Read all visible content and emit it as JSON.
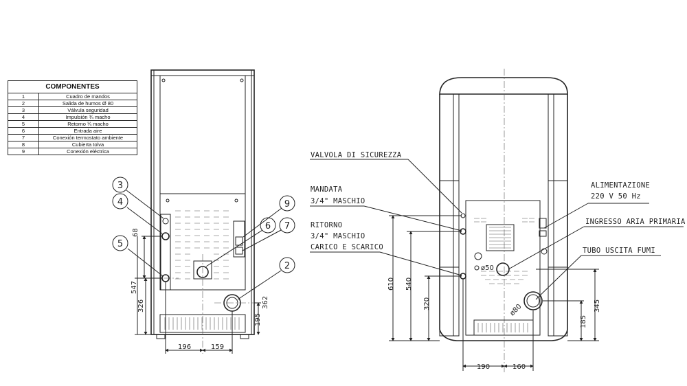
{
  "legend": {
    "title": "COMPONENTES",
    "rows": [
      {
        "num": "1",
        "text": "Cuadro de mandos"
      },
      {
        "num": "2",
        "text": "Salida de humos Ø 80"
      },
      {
        "num": "3",
        "text": "Válvula seguridad"
      },
      {
        "num": "4",
        "text": "Impulsión ¾ macho"
      },
      {
        "num": "5",
        "text": "Retorno ¾ macho"
      },
      {
        "num": "6",
        "text": "Entrada aire"
      },
      {
        "num": "7",
        "text": "Conexión termostato ambiente"
      },
      {
        "num": "8",
        "text": "Cubierta tolva"
      },
      {
        "num": "9",
        "text": "Conexión eléctrica"
      }
    ]
  },
  "left_view": {
    "callouts": [
      "3",
      "4",
      "5",
      "9",
      "6",
      "7",
      "2"
    ],
    "dims": {
      "d68": "68",
      "d547": "547",
      "d326": "326",
      "d362": "362",
      "d195": "195",
      "d196": "196",
      "d159": "159"
    }
  },
  "right_view": {
    "labels": {
      "valvola": "VALVOLA DI SICUREZZA",
      "mandata_1": "MANDATA",
      "mandata_2": "3/4\" MASCHIO",
      "ritorno_1": "RITORNO",
      "ritorno_2": "3/4\" MASCHIO",
      "ritorno_3": "CARICO E SCARICO",
      "alim_1": "ALIMENTAZIONE",
      "alim_2": "220 V 50 Hz",
      "ingresso": "INGRESSO ARIA PRIMARIA",
      "tubo": "TUBO USCITA FUMI"
    },
    "diameters": {
      "d50": "ø50",
      "d80": "ø80"
    },
    "dims": {
      "d610": "610",
      "d540": "540",
      "d320": "320",
      "d345": "345",
      "d185": "185",
      "d190": "190",
      "d160": "160"
    }
  }
}
